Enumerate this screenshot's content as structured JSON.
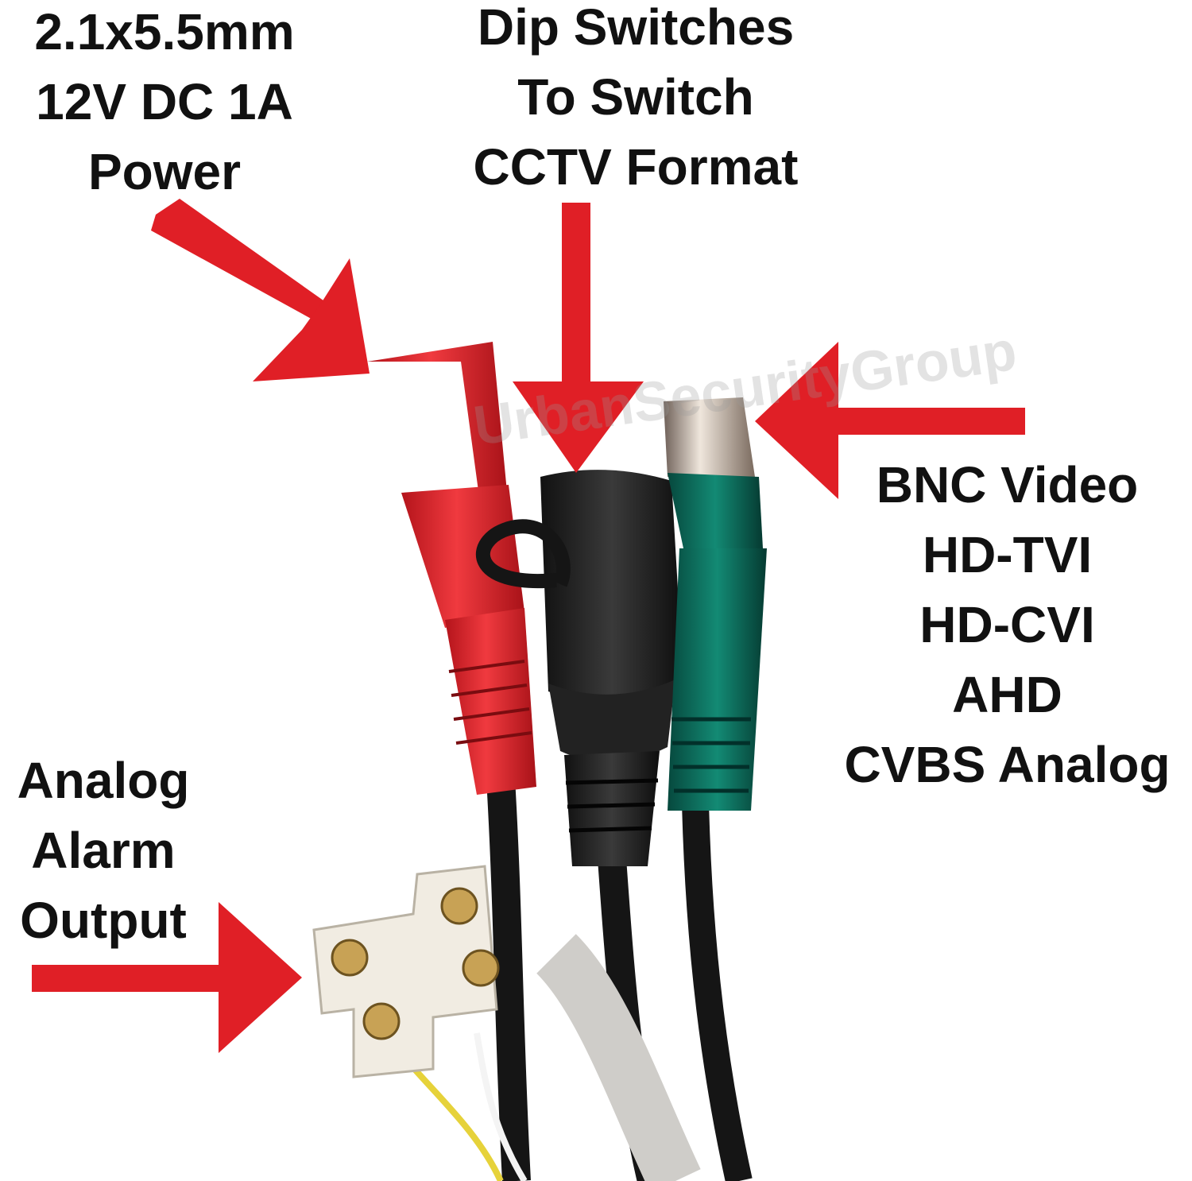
{
  "colors": {
    "arrow": "#e01f26",
    "power_connector": "#e8262d",
    "dip_connector": "#2a2a2a",
    "bnc_boot": "#0c6a5a",
    "bnc_metal": "#b9a99a",
    "cable": "#151515",
    "terminal_block": "#f1ece2",
    "label_text": "#111111"
  },
  "labels": {
    "power": [
      "2.1x5.5mm",
      "12V DC 1A",
      "Power"
    ],
    "dip": [
      "Dip Switches",
      "To Switch",
      "CCTV Format"
    ],
    "bnc": [
      "BNC Video",
      "HD-TVI",
      "HD-CVI",
      "AHD",
      "CVBS Analog"
    ],
    "alarm": [
      "Analog",
      "Alarm",
      "Output"
    ]
  },
  "watermark": "UrbanSecurityGroup",
  "arrows": [
    {
      "name": "power-arrow",
      "points_to": "power-connector",
      "icon": "red-arrow-icon"
    },
    {
      "name": "dip-arrow",
      "points_to": "dip-switch-connector",
      "icon": "red-arrow-icon"
    },
    {
      "name": "bnc-arrow",
      "points_to": "bnc-connector",
      "icon": "red-arrow-icon"
    },
    {
      "name": "alarm-arrow",
      "points_to": "alarm-terminal-block",
      "icon": "red-arrow-icon"
    }
  ]
}
